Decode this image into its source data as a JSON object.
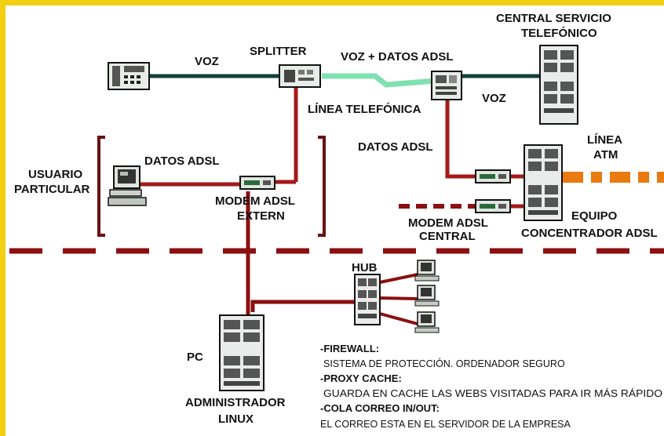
{
  "labels": {
    "voz_left": "VOZ",
    "splitter": "SPLITTER",
    "voz_datos": "VOZ + DATOS ADSL",
    "central_1": "CENTRAL SERVICIO",
    "central_2": "TELEFÓNICO",
    "linea_telefonica": "LÍNEA TELEFÓNICA",
    "voz_right": "VOZ",
    "datos_adsl_right": "DATOS ADSL",
    "linea_atm_1": "LÍNEA",
    "linea_atm_2": "ATM",
    "usuario_1": "USUARIO",
    "usuario_2": "PARTICULAR",
    "datos_adsl_left": "DATOS ADSL",
    "modem_ext_1": "MODEM ADSL",
    "modem_ext_2": "EXTERN",
    "modem_central_1": "MODEM ADSL",
    "modem_central_2": "CENTRAL",
    "equipo_1": "EQUIPO",
    "equipo_2": "CONCENTRADOR ADSL",
    "hub": "HUB",
    "pc": "PC",
    "admin_1": "ADMINISTRADOR",
    "admin_2": "LINUX"
  },
  "notes": {
    "firewall_title": "-FIREWALL:",
    "firewall_text": "SISTEMA DE PROTECCIÓN. ORDENADOR SEGURO",
    "proxy_title": "-PROXY CACHE:",
    "proxy_text": "GUARDA EN CACHE LAS WEBS VISITADAS  PARA IR MÁS RÁPIDO",
    "cola_title": "-COLA CORREO IN/OUT:",
    "cola_text": "EL CORREO ESTA EN EL SERVIDOR DE LA EMPRESA"
  },
  "colors": {
    "frame": "#f2cf10",
    "line_dark": "#14403a",
    "line_red": "#a31a1a",
    "line_green": "#7fe0b0",
    "line_orange": "#e87a10",
    "dash_red": "#8b1010"
  }
}
